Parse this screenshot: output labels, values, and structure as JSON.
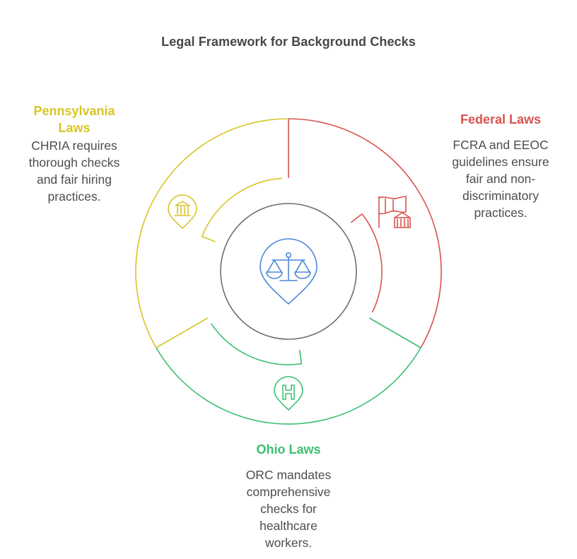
{
  "title": "Legal Framework for Background Checks",
  "colors": {
    "pennsylvania": "#D7C527",
    "federal": "#D9534F",
    "ohio": "#3CBF72",
    "center_icon": "#4A86D9",
    "center_ring": "#6E6E6E"
  },
  "segments": [
    {
      "id": "pennsylvania",
      "heading": "Pennsylvania Laws",
      "heading_lines": [
        "Pennsylvania",
        "Laws"
      ],
      "description": "CHRIA requires thorough checks and fair hiring practices.",
      "description_lines": [
        "CHRIA requires",
        "thorough checks",
        "and fair hiring",
        "practices."
      ],
      "icon": "courthouse-pin-icon"
    },
    {
      "id": "federal",
      "heading": "Federal Laws",
      "heading_lines": [
        "Federal Laws"
      ],
      "description": "FCRA and EEOC guidelines ensure fair and non-discriminatory practices.",
      "description_lines": [
        "FCRA and EEOC",
        "guidelines ensure",
        "fair and non-",
        "discriminatory",
        "practices."
      ],
      "icon": "flag-courthouse-icon"
    },
    {
      "id": "ohio",
      "heading": "Ohio Laws",
      "heading_lines": [
        "Ohio Laws"
      ],
      "description": "ORC mandates comprehensive checks for healthcare workers.",
      "description_lines": [
        "ORC mandates",
        "comprehensive",
        "checks for",
        "healthcare",
        "workers."
      ],
      "icon": "hospital-pin-icon"
    }
  ],
  "center": {
    "icon": "scales-of-justice-pin-icon"
  }
}
